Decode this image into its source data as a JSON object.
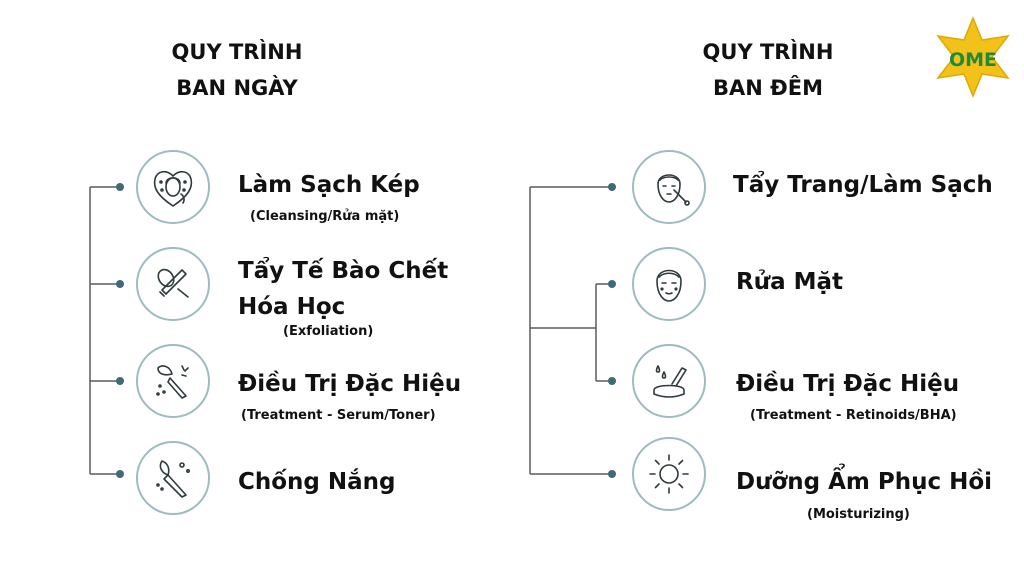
{
  "day": {
    "title_line1": "QUY TRÌNH",
    "title_line2": "BAN NGÀY",
    "steps": [
      {
        "title": "Làm Sạch Kép",
        "subtitle": "(Cleansing/Rửa mặt)",
        "icon": "face-cleansing-icon"
      },
      {
        "title_line1": "Tẩy Tế Bào Chết",
        "title_line2": "Hóa Học",
        "subtitle": "(Exfoliation)",
        "icon": "exfoliation-tool-icon"
      },
      {
        "title": "Điều Trị Đặc Hiệu",
        "subtitle": "(Treatment - Serum/Toner)",
        "icon": "serum-dropper-icon"
      },
      {
        "title": "Chống Nắng",
        "icon": "sunscreen-applicator-icon"
      }
    ]
  },
  "night": {
    "title_line1": "QUY TRÌNH",
    "title_line2": "BAN ĐÊM",
    "steps": [
      {
        "title": "Tẩy Trang/Làm Sạch",
        "icon": "makeup-removal-face-icon"
      },
      {
        "title": "Rửa Mặt",
        "icon": "face-wash-icon"
      },
      {
        "title": "Điều Trị Đặc Hiệu",
        "subtitle": "(Treatment - Retinoids/BHA)",
        "icon": "retinoid-treatment-icon"
      },
      {
        "title": "Dưỡng Ẩm Phục Hồi",
        "subtitle": "(Moisturizing)",
        "icon": "sun-moisturizing-icon"
      }
    ]
  },
  "logo": {
    "text": "OME",
    "icon": "star-logo-icon"
  },
  "colors": {
    "line": "#5b5b5b",
    "dot": "#3f6b77",
    "node_border": "#9fbbbf",
    "icon_stroke": "#2f3a3d"
  }
}
